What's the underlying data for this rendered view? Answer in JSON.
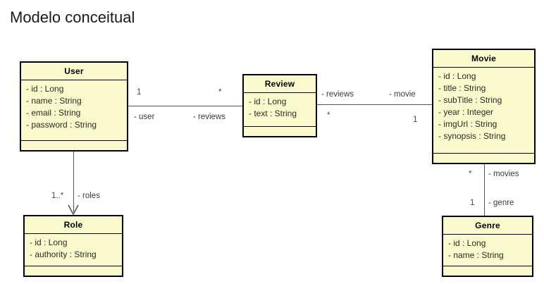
{
  "diagram": {
    "title": "Modelo conceitual",
    "palette": {
      "class_fill": "#fafacd",
      "class_border": "#000000",
      "connector": "#555555",
      "text": "#2b2b26",
      "background": "#ffffff"
    },
    "classes": [
      {
        "id": "user",
        "name": "User",
        "attributes": [
          "- id : Long",
          "- name : String",
          "- email : String",
          "- password : String"
        ]
      },
      {
        "id": "review",
        "name": "Review",
        "attributes": [
          "- id : Long",
          "- text : String"
        ]
      },
      {
        "id": "movie",
        "name": "Movie",
        "attributes": [
          "- id : Long",
          "- title : String",
          "- subTitle : String",
          "- year : Integer",
          "- imgUrl : String",
          "- synopsis : String"
        ]
      },
      {
        "id": "role",
        "name": "Role",
        "attributes": [
          "- id : Long",
          "- authority : String"
        ]
      },
      {
        "id": "genre",
        "name": "Genre",
        "attributes": [
          "- id : Long",
          "- name : String"
        ]
      }
    ],
    "associations": [
      {
        "id": "user-review",
        "source": "User",
        "target": "Review",
        "source_multiplicity": "1",
        "source_role": "- user",
        "target_multiplicity": "*",
        "target_role": "- reviews"
      },
      {
        "id": "review-movie",
        "source": "Review",
        "target": "Movie",
        "source_multiplicity": "*",
        "source_role": "- reviews",
        "target_multiplicity": "1",
        "target_role": "- movie"
      },
      {
        "id": "user-role",
        "source": "User",
        "target": "Role",
        "target_multiplicity": "1..*",
        "target_role": "- roles",
        "arrow": "open"
      },
      {
        "id": "movie-genre",
        "source": "Movie",
        "target": "Genre",
        "source_multiplicity": "*",
        "source_role": "- movies",
        "target_multiplicity": "1",
        "target_role": "- genre"
      }
    ]
  }
}
